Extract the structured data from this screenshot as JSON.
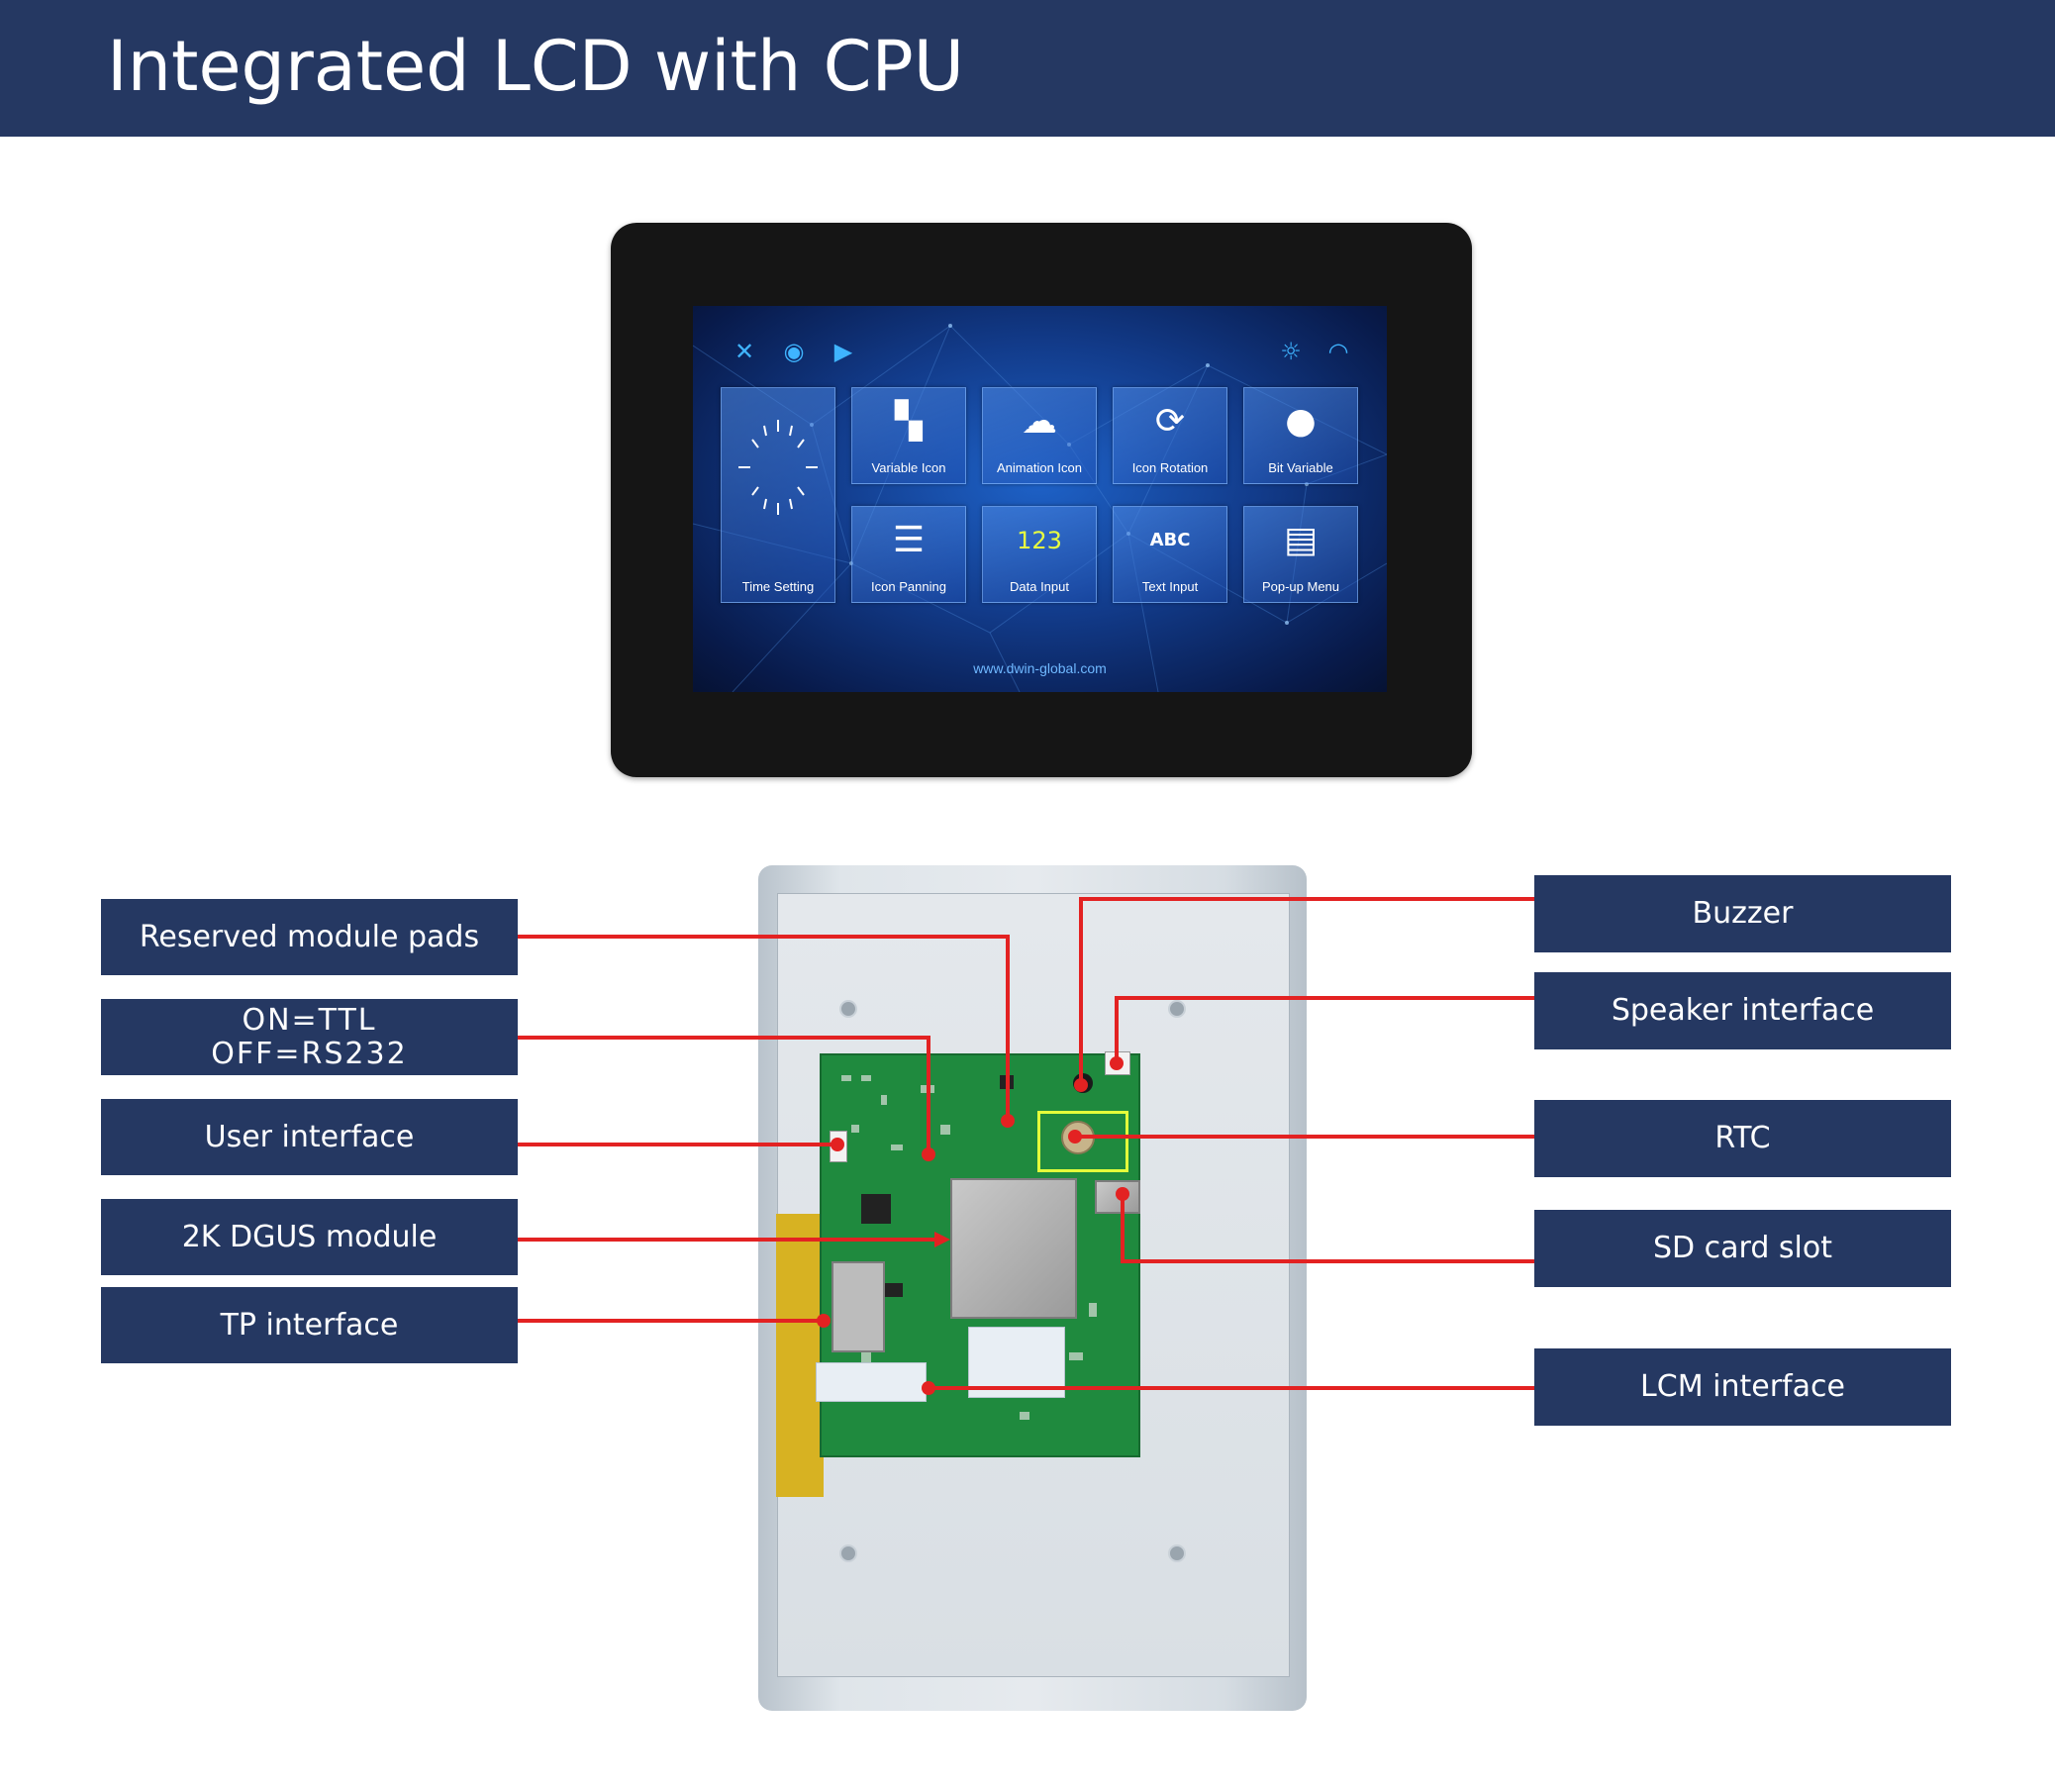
{
  "header": {
    "title": "Integrated LCD with CPU"
  },
  "screen": {
    "tiles": [
      {
        "label": "Time Setting",
        "glyph": ""
      },
      {
        "label": "Variable Icon",
        "glyph": "▪"
      },
      {
        "label": "Animation Icon",
        "glyph": "☁"
      },
      {
        "label": "Icon Rotation",
        "glyph": "⟳"
      },
      {
        "label": "Bit Variable",
        "glyph": "💡"
      },
      {
        "label": "Icon Panning",
        "glyph": "☰"
      },
      {
        "label": "Data Input",
        "glyph": "123"
      },
      {
        "label": "Text Input",
        "glyph": "ABC"
      },
      {
        "label": "Pop-up Menu",
        "glyph": "▤"
      }
    ],
    "url": "www.dwin-global.com",
    "icons": [
      "tools-icon",
      "camera-icon",
      "play-icon",
      "brightness-icon",
      "wifi-icon"
    ]
  },
  "labels": {
    "left": [
      "Reserved module pads",
      "ON=TTL\nOFF=RS232",
      "User interface",
      "2K DGUS module",
      "TP interface"
    ],
    "right": [
      "Buzzer",
      "Speaker interface",
      "RTC",
      "SD card slot",
      "LCM interface"
    ]
  },
  "colors": {
    "header_bg": "#253862",
    "label_bg": "#253862",
    "callout_line": "#e32222"
  }
}
